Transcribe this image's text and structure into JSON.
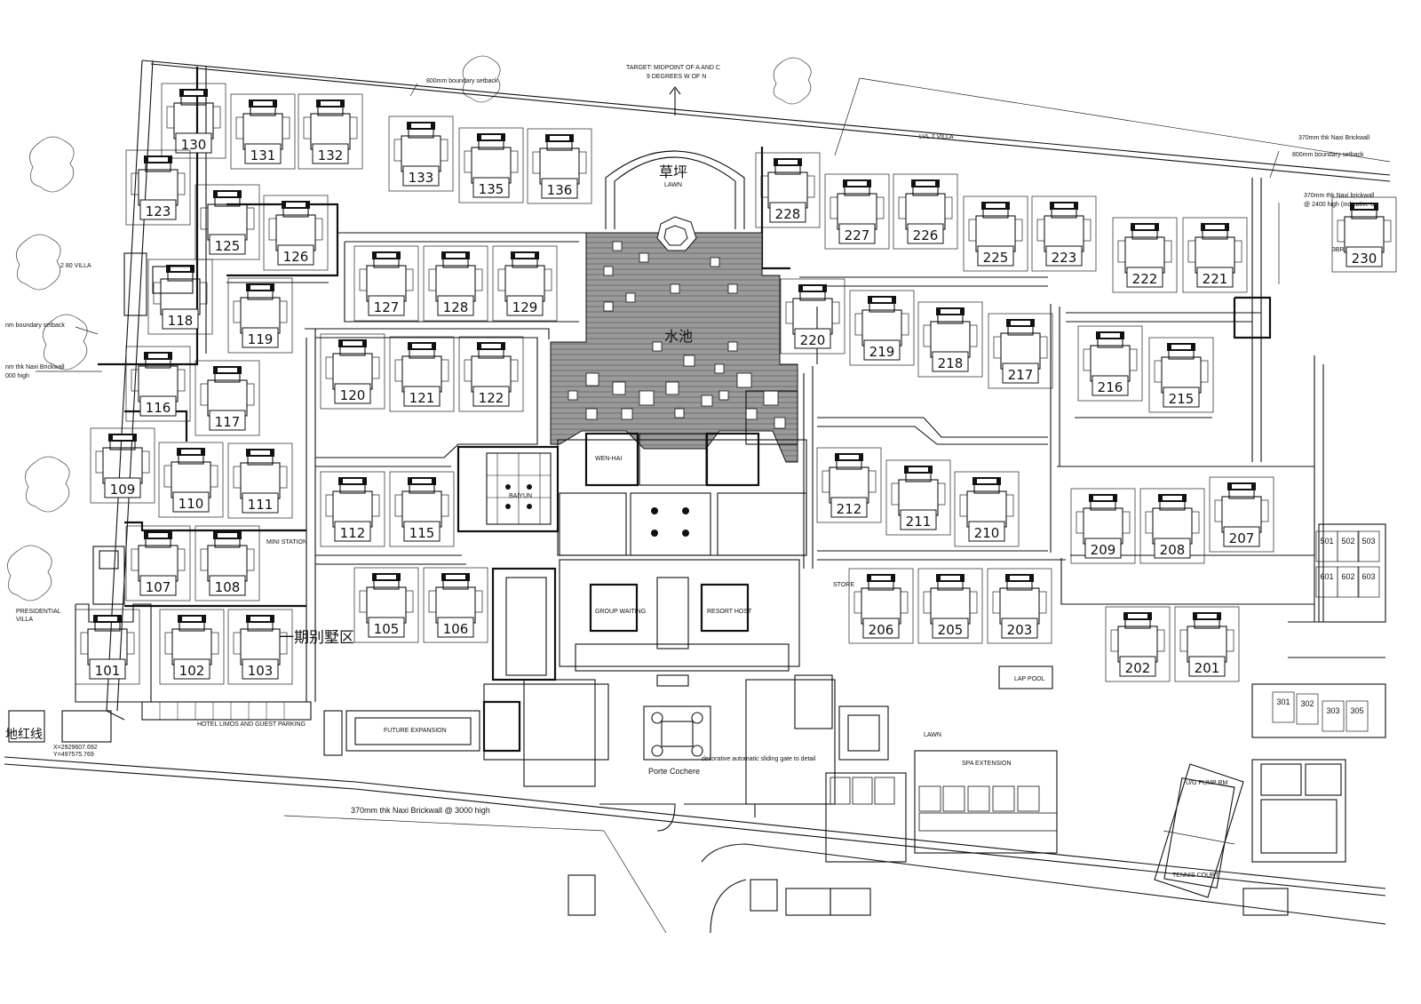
{
  "labels": {
    "target_line1": "TARGET: MIDPOINT OF A AND C",
    "target_line2": "9 DEGREES W OF N",
    "setback_top": "800mm boundary setback",
    "setback_right": "800mm boundary setback",
    "setback_left": "nm boundary setback",
    "brickwall_top_right": "370mm thk Naxi Brickwall",
    "brickwall_right_1": "370mm thk Naxi brickwall",
    "brickwall_right_2": "@ 2400 high (indicative o",
    "brickwall_left_1": "nm thk Naxi Brickwall",
    "brickwall_left_2": "000 high",
    "brickwall_bottom": "370mm thk Naxi Brickwall @ 3000 high",
    "lvl2_villa": "LVL 2  VILLA",
    "villa_2_80": "2 80 VILLA",
    "presidential_1": "PRESIDENTIAL",
    "presidential_2": "VILLA",
    "lawn_cn": "草坪",
    "lawn_en": "LAWN",
    "pool_cn": "水池",
    "phase_cn": "一期别墅区",
    "red_line_cn": "地红线",
    "coord_1": "X=2929607.692",
    "coord_2": "Y=497575.769",
    "hotel_parking": "HOTEL LIMOS AND GUEST PARKING",
    "future_expansion": "FUTURE EXPANSION",
    "porte_cochere": "Porte Cochere",
    "spa_extension": "SPA EXTENSION",
    "lap_pool": "LAP POOL",
    "lawn_small": "LAWN",
    "tennis_court": "TENNIS COURT",
    "pump_room": "U/G PUMP RM",
    "store": "STORE",
    "wen_hai": "WEN-HAI",
    "baiyun": "BAIYUN",
    "group_waiting": "GROUP WAITING",
    "resort_host": "RESORT HOST",
    "gate_note": "decorative automatic sliding gate to detail",
    "villa_230_tag": "3BR",
    "mini_station": "MINI STATION"
  },
  "villas": [
    "130",
    "131",
    "132",
    "133",
    "135",
    "136",
    "123",
    "125",
    "126",
    "118",
    "119",
    "116",
    "117",
    "109",
    "110",
    "111",
    "107",
    "108",
    "101",
    "102",
    "103",
    "127",
    "128",
    "129",
    "120",
    "121",
    "122",
    "112",
    "115",
    "105",
    "106",
    "228",
    "227",
    "226",
    "225",
    "223",
    "222",
    "221",
    "230",
    "220",
    "219",
    "218",
    "217",
    "216",
    "215",
    "212",
    "211",
    "210",
    "209",
    "208",
    "207",
    "206",
    "205",
    "203",
    "202",
    "201"
  ],
  "rooms": [
    "501",
    "502",
    "503",
    "601",
    "602",
    "603",
    "301",
    "302",
    "303",
    "305"
  ]
}
